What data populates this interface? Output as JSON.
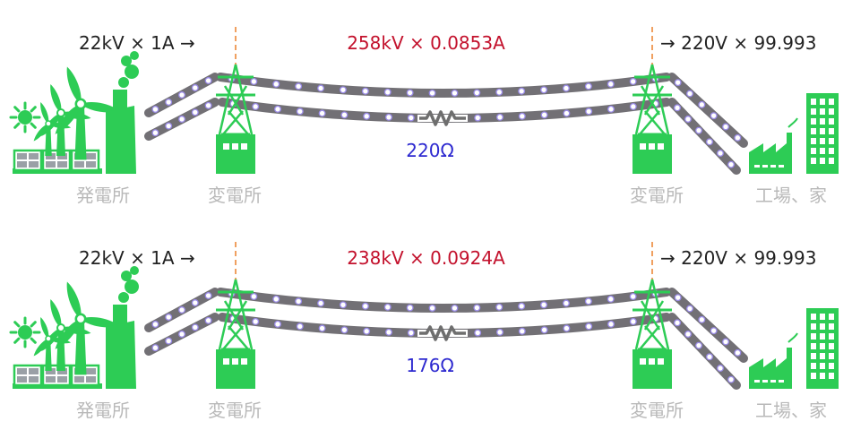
{
  "scenarios": [
    {
      "input": "22kV × 1A →",
      "line": "258kV × 0.0853A",
      "resistance": "220Ω",
      "output": "→ 220V × 99.993"
    },
    {
      "input": "22kV × 1A →",
      "line": "238kV × 0.0924A",
      "resistance": "176Ω",
      "output": "→ 220V × 99.993"
    }
  ],
  "labels": {
    "power_plant": "発電所",
    "substation": "変電所",
    "factory_home": "工場、家"
  },
  "colors": {
    "green": "#2dcc55",
    "wire": "#727075",
    "electron": "#9b8ce8",
    "dashed": "#f0a060",
    "resistor": "#6e6e6e",
    "line_text": "#c3112c",
    "resistance_text": "#2e2ad0",
    "gray_text": "#b9b9b9"
  },
  "icons": [
    "sun-icon",
    "solar-panel-icon",
    "wind-turbine-icon",
    "power-plant-icon",
    "transmission-tower-icon",
    "substation-icon",
    "factory-icon",
    "building-icon"
  ]
}
